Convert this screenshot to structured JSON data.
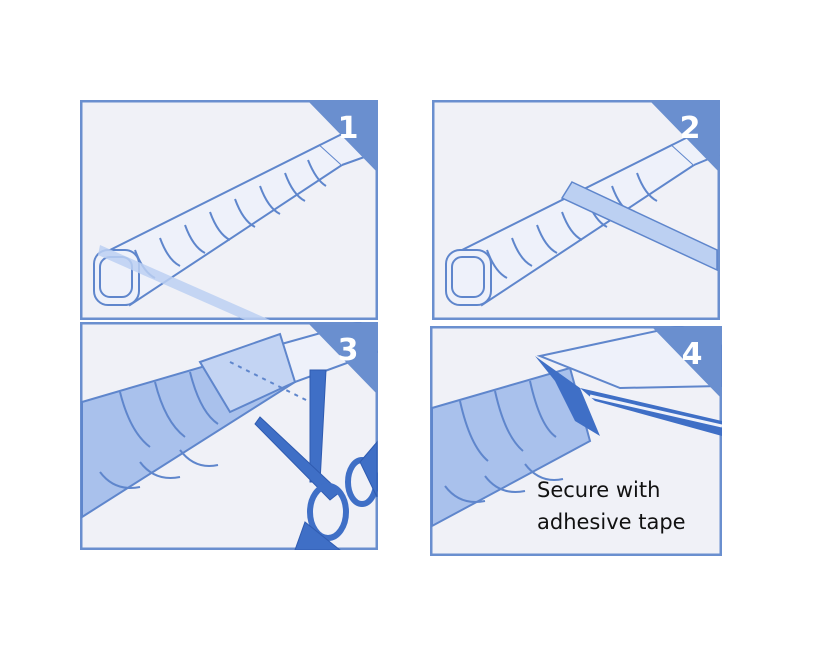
{
  "steps": [
    {
      "number": "1"
    },
    {
      "number": "2"
    },
    {
      "number": "3"
    },
    {
      "number": "4",
      "caption_lines": [
        "Secure with",
        "adhesive tape"
      ]
    }
  ],
  "colors": {
    "frame": "#6a8fcf",
    "panel_bg": "#f0f1f7",
    "grip_fill_light": "#eef1fa",
    "grip_fill_blue": "#a9c1ec",
    "line": "#5f86cc",
    "tape": "#bcd0f2",
    "scissors": "#3f6fc6"
  },
  "icons": [
    "scissors-icon",
    "tape-strip-icon",
    "handlebar-grip-icon"
  ]
}
